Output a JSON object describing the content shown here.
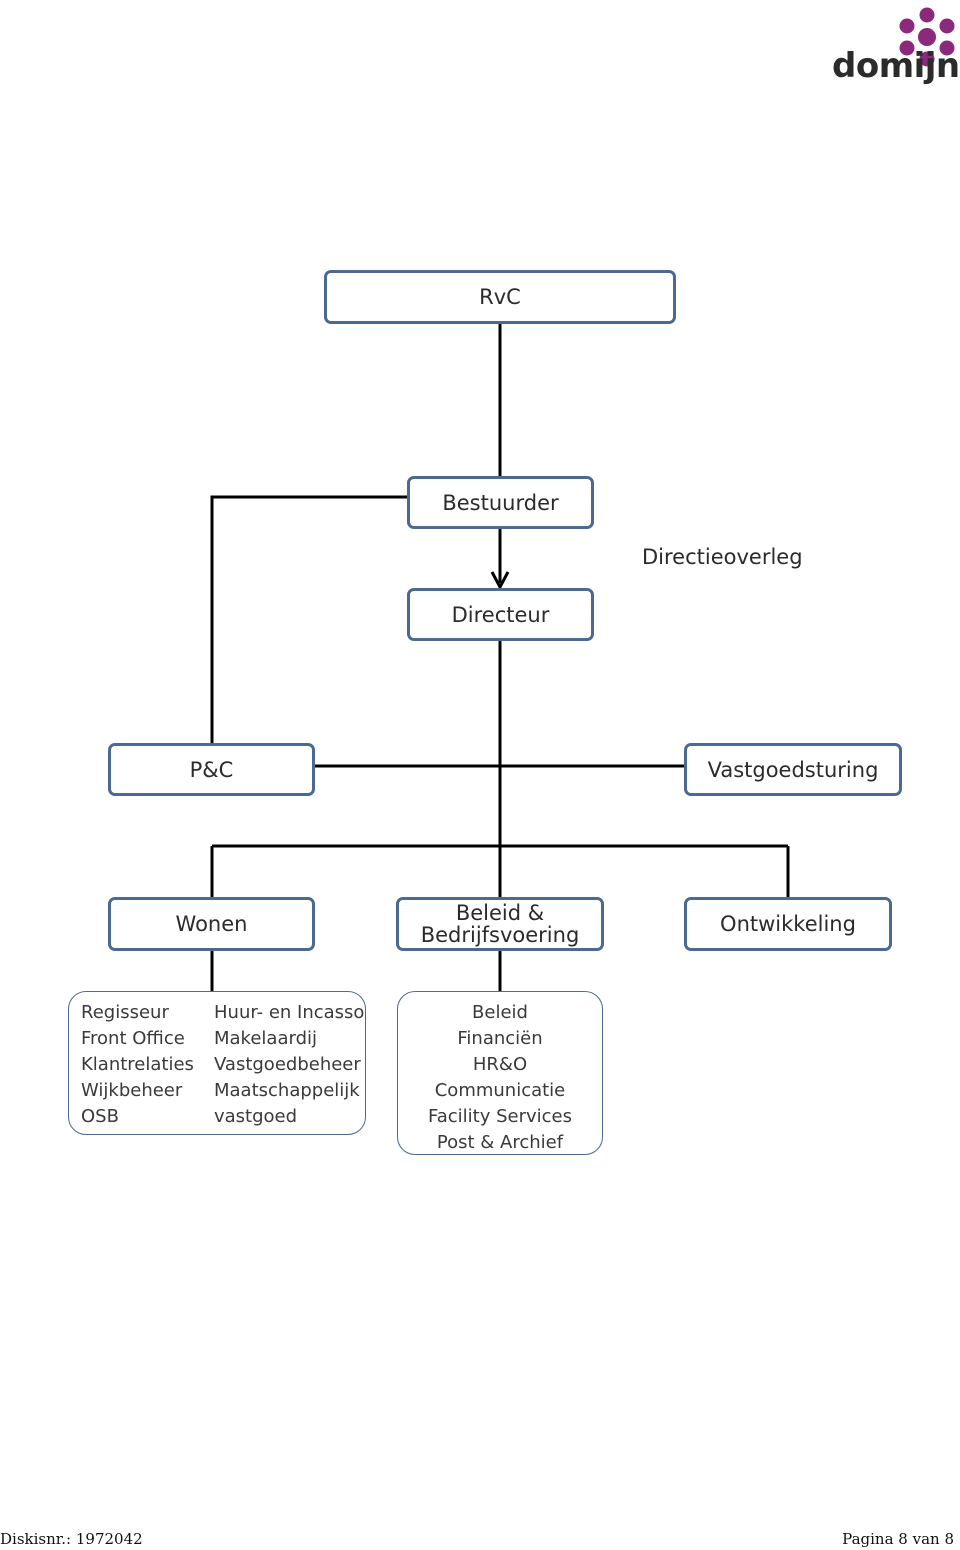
{
  "logo": {
    "text": "domijn",
    "mark_color": "#8b2a7c",
    "mark_icon": "flower-icon"
  },
  "diagram": {
    "nodes": {
      "rvc": "RvC",
      "bestuurder": "Bestuurder",
      "directeur": "Directeur",
      "pc": "P&C",
      "vastgoedsturing": "Vastgoedsturing",
      "wonen": "Wonen",
      "beleid_line1": "Beleid &",
      "beleid_line2": "Bedrijfsvoering",
      "ontwikkeling": "Ontwikkeling"
    },
    "directieoverleg_label": "Directieoverleg",
    "wonen_units": {
      "left": [
        "Regisseur",
        "Front Office",
        "Klantrelaties",
        "Wijkbeheer",
        "OSB"
      ],
      "right": [
        "Huur- en Incasso",
        "Makelaardij",
        "Vastgoedbeheer",
        "Maatschappelijk",
        "vastgoed"
      ]
    },
    "beleid_units": [
      "Beleid",
      "Financiën",
      "HR&O",
      "Communicatie",
      "Facility Services",
      "Post & Archief"
    ],
    "colors": {
      "box_border": "#4a6a94",
      "connector": "#000000"
    }
  },
  "footer": {
    "left": "Diskisnr.: 1972042",
    "right": "Pagina 8 van 8"
  }
}
